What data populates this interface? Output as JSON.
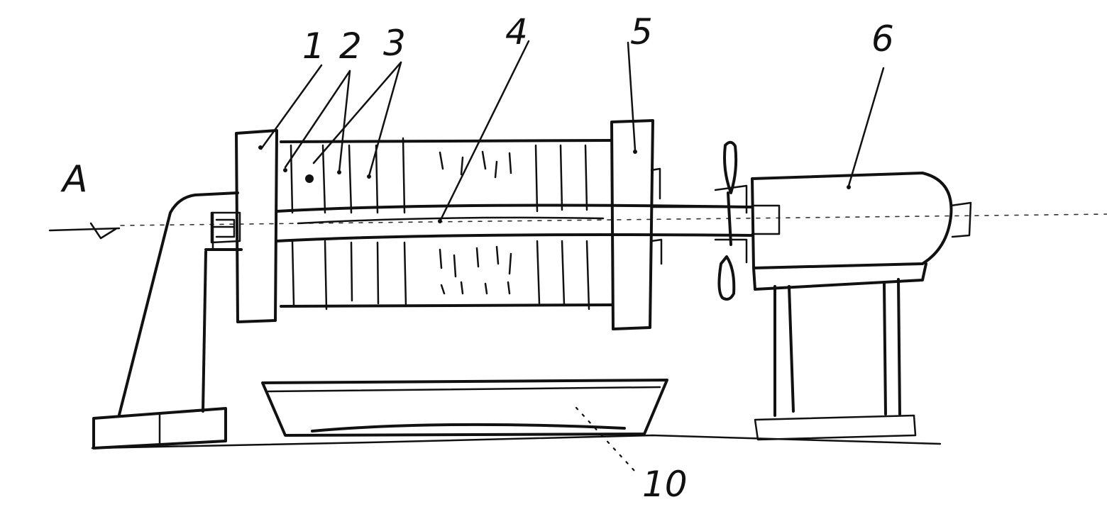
{
  "labels": {
    "view_a": "A",
    "part_1": "1",
    "part_2": "2",
    "part_3": "3",
    "part_4": "4",
    "part_5": "5",
    "part_6": "6",
    "part_10": "10"
  }
}
